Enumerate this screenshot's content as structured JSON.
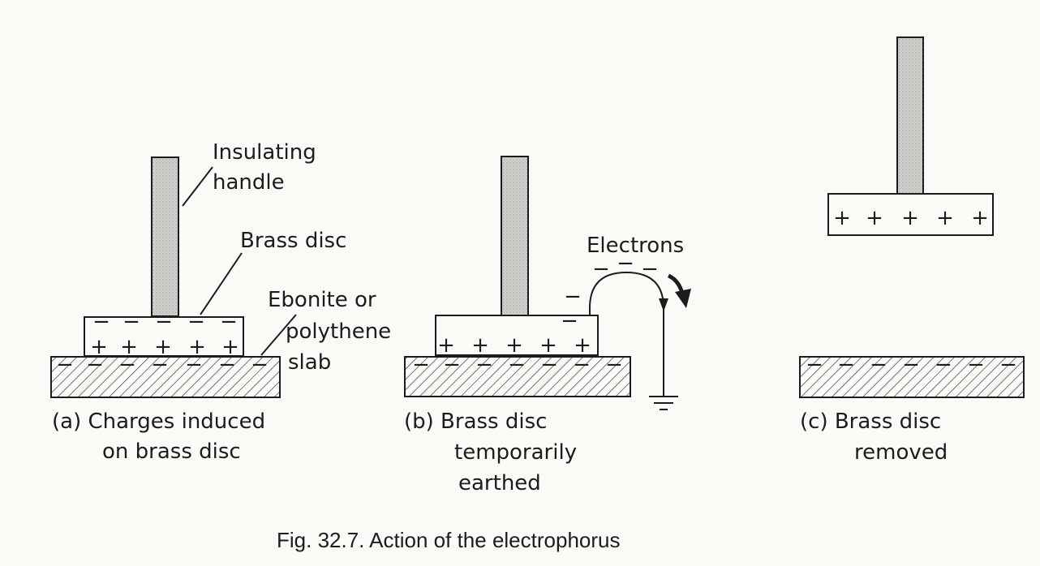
{
  "labels": {
    "insulating_handle": [
      "Insulating",
      "handle"
    ],
    "brass_disc": "Brass disc",
    "slab": [
      "Ebonite or",
      "polythene",
      "slab"
    ],
    "electrons": "Electrons"
  },
  "panels": {
    "a": {
      "caption": [
        "(a)  Charges induced",
        "on brass disc"
      ]
    },
    "b": {
      "caption": [
        "(b)  Brass disc",
        "temporarily",
        "earthed"
      ]
    },
    "c": {
      "caption": [
        "(c)   Brass disc",
        "removed"
      ]
    }
  },
  "signs": {
    "plus": "+",
    "minus": "−"
  },
  "figure_caption": "Fig. 32.7. Action of the electrophorus"
}
